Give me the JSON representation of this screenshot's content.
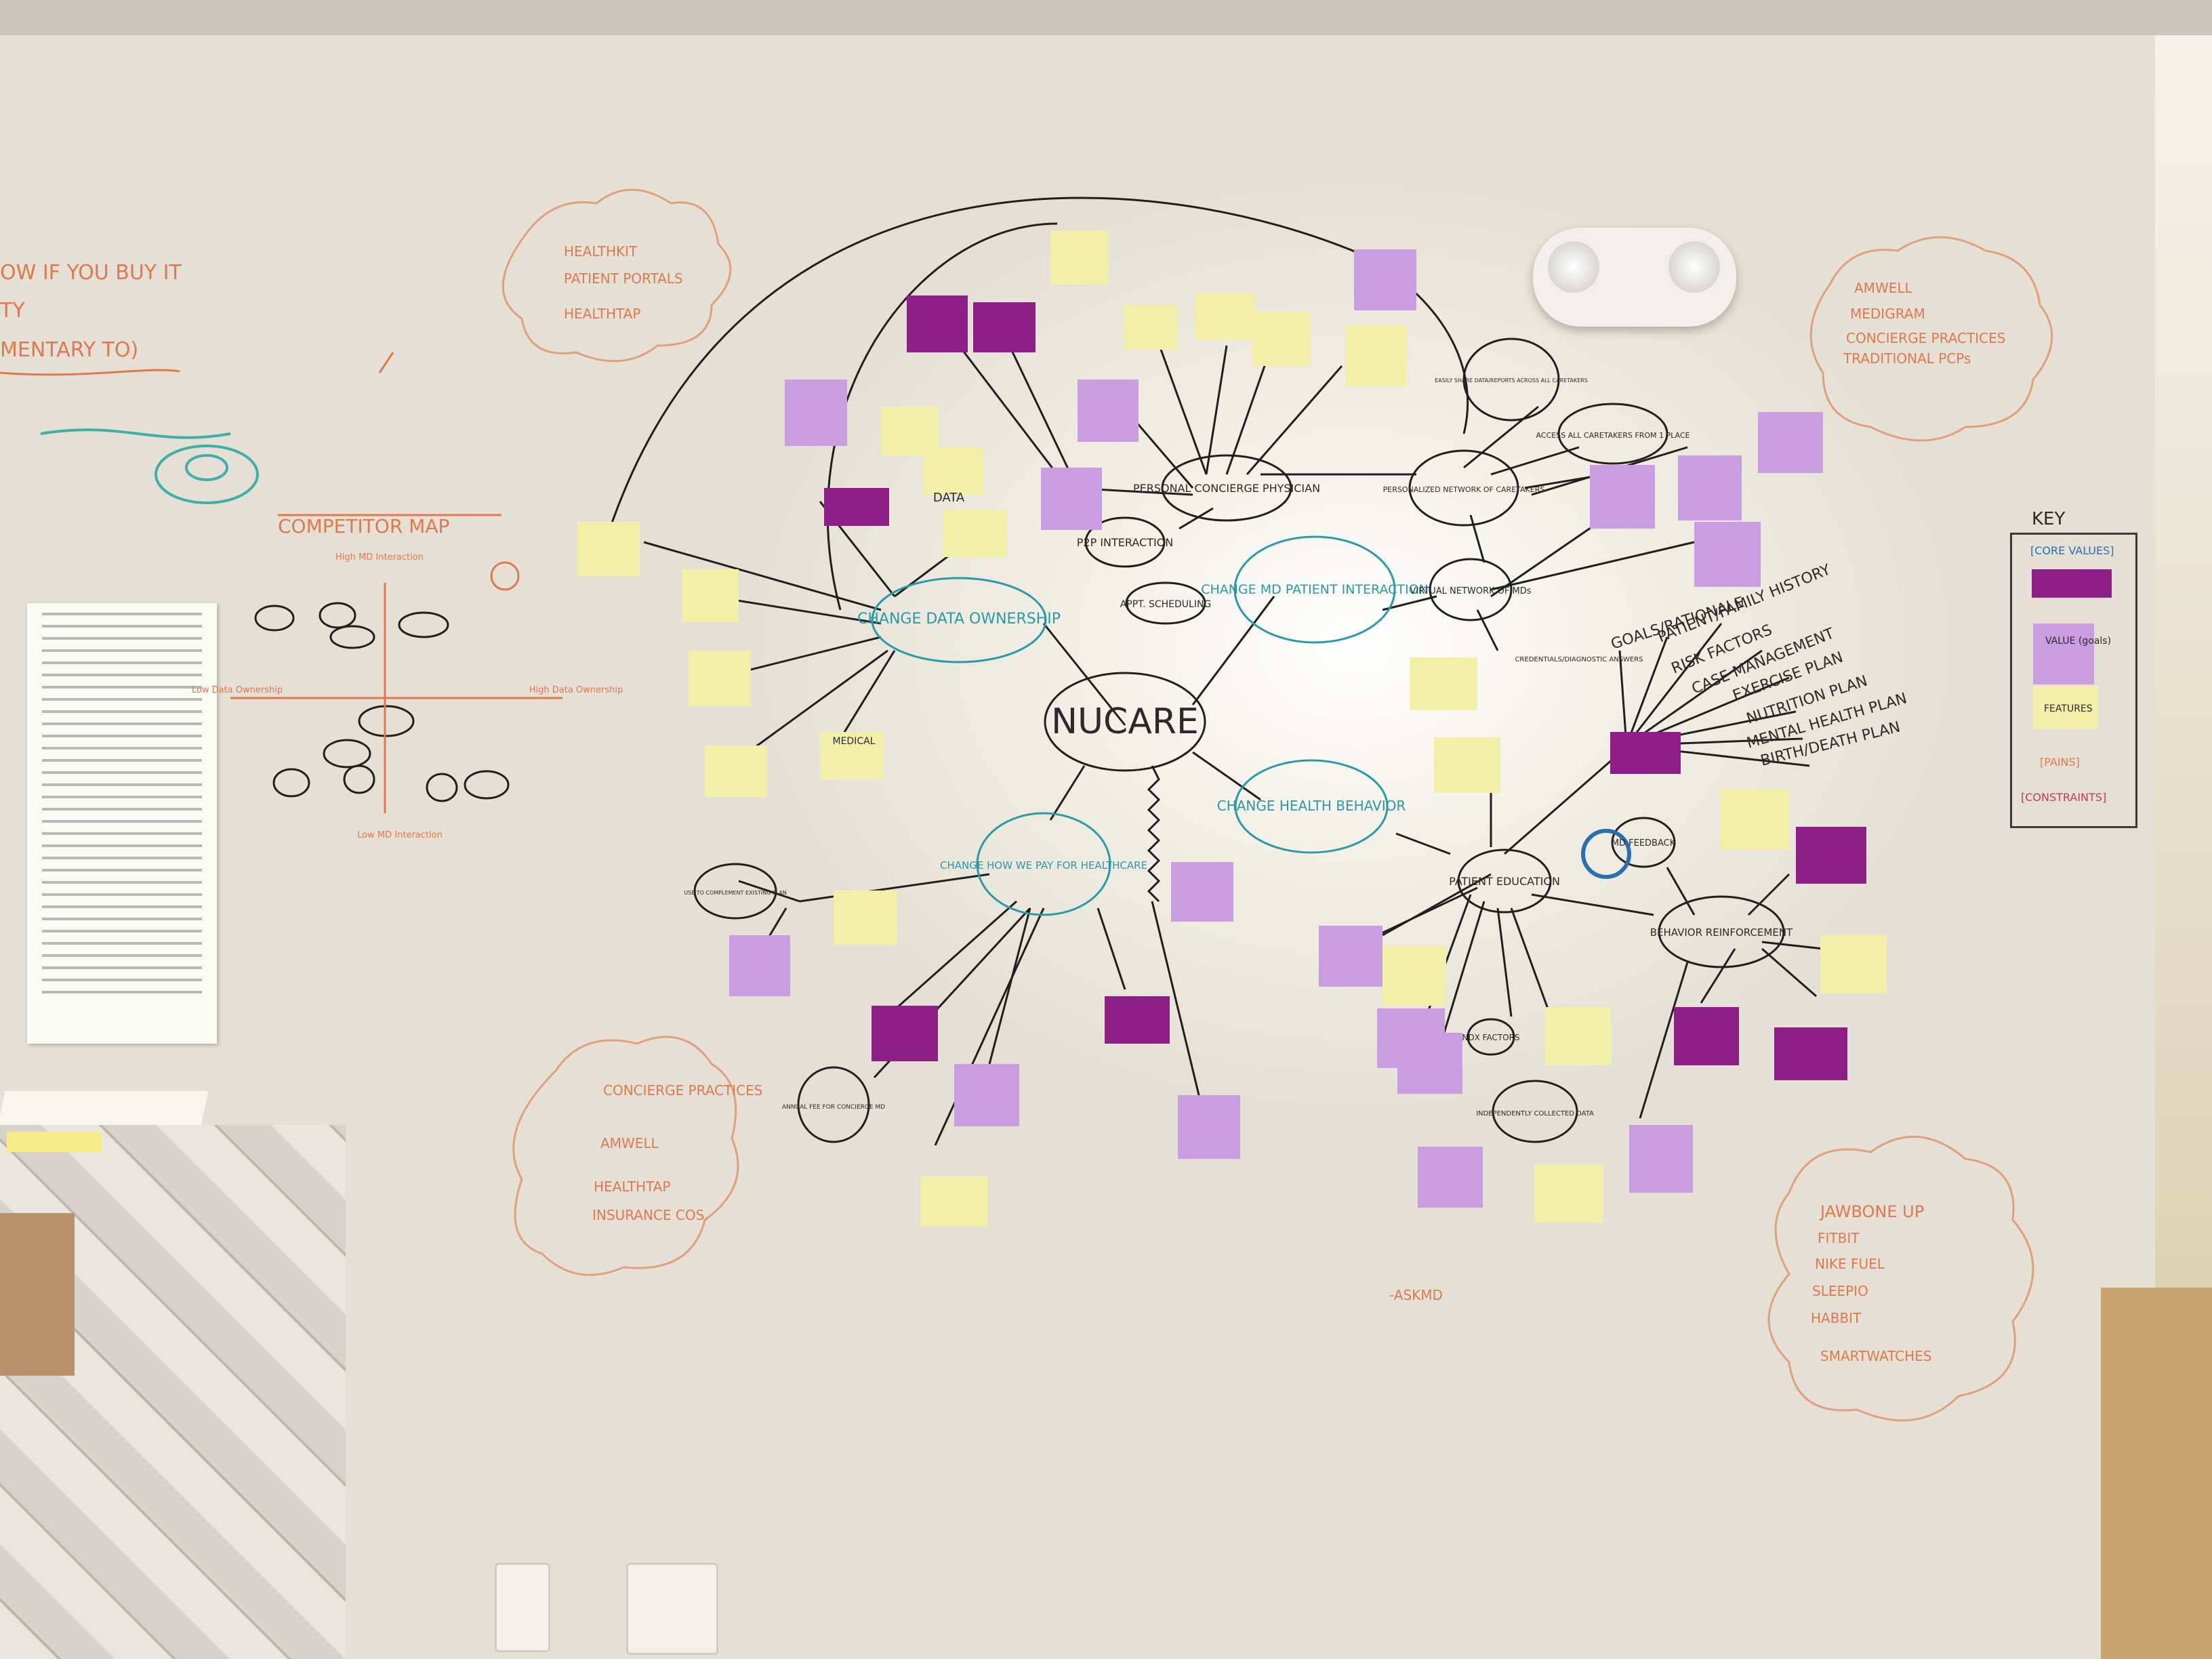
{
  "center": "NUCARE",
  "branches": {
    "change_data_ownership": "CHANGE DATA OWNERSHIP",
    "change_md_patient_interaction": "CHANGE MD PATIENT INTERACTION",
    "change_health_behavior": "CHANGE HEALTH BEHAVIOR",
    "change_how_we_pay": "CHANGE HOW WE PAY FOR HEALTHCARE"
  },
  "nodes": {
    "personal_concierge_physician": "PERSONAL CONCIERGE PHYSICIAN",
    "personalized_network": "PERSONALIZED NETWORK OF CARETAKERS",
    "easily_share": "EASILY SHARE DATA/REPORTS ACROSS ALL CARETAKERS",
    "access_all": "ACCESS ALL CARETAKERS FROM 1 PLACE",
    "virtual_network": "VIRTUAL NETWORK OF MDs",
    "credentials": "CREDENTIALS/DIAGNOSTIC ANSWERS",
    "p2p": "P2P INTERACTION",
    "appt": "APPT. SCHEDULING",
    "patient_education": "PATIENT EDUCATION",
    "behavior": "BEHAVIOR REINFORCEMENT",
    "md_feedback": "MD FEEDBACK",
    "ndx": "NDX FACTORS",
    "independently": "INDEPENDENTLY COLLECTED DATA",
    "annual_fee": "ANNUAL FEE FOR CONCIERGE MD",
    "complement": "USE TO COMPLEMENT EXISTING PLAN",
    "data": "DATA",
    "medical": "MEDICAL"
  },
  "care_plan": [
    "GOALS/RATIONALE",
    "PATIENT/FAMILY HISTORY",
    "RISK FACTORS",
    "CASE MANAGEMENT",
    "EXERCISE PLAN",
    "NUTRITION PLAN",
    "MENTAL HEALTH PLAN",
    "BIRTH/DEATH PLAN"
  ],
  "left_text": {
    "line1": "OW IF YOU BUY IT",
    "line2": "TY",
    "line3": "MENTARY TO)"
  },
  "competitor_map": {
    "title": "COMPETITOR MAP",
    "top": "High MD Interaction",
    "bottom": "Low MD Interaction",
    "left": "Low Data Ownership",
    "right": "High Data Ownership"
  },
  "clouds": {
    "top_left": [
      "HEALTHKIT",
      "PATIENT PORTALS",
      "HEALTHTAP"
    ],
    "bottom_left": [
      "CONCIERGE PRACTICES",
      "AMWELL",
      "HEALTHTAP",
      "INSURANCE COS."
    ],
    "top_right": [
      "AMWELL",
      "MEDIGRAM",
      "CONCIERGE PRACTICES",
      "TRADITIONAL PCPs"
    ],
    "bottom_right": [
      "JAWBONE UP",
      "FITBIT",
      "NIKE FUEL",
      "SLEEPIO",
      "HABBIT",
      "SMARTWATCHES"
    ]
  },
  "askmd": "-ASKMD",
  "key": {
    "title": "KEY",
    "items": [
      "[CORE VALUES]",
      "VALUE (goals)",
      "FEATURES",
      "[PAINS]",
      "[CONSTRAINTS]"
    ]
  },
  "colors": {
    "wall": "#f2efe6",
    "yellow_note": "#f3efa9",
    "purple_note": "#c99ee0",
    "magenta_note": "#8e1f86",
    "teal_ink": "#2a9aa6",
    "orange_ink": "#e0784c",
    "red_ink": "#c23a55"
  }
}
